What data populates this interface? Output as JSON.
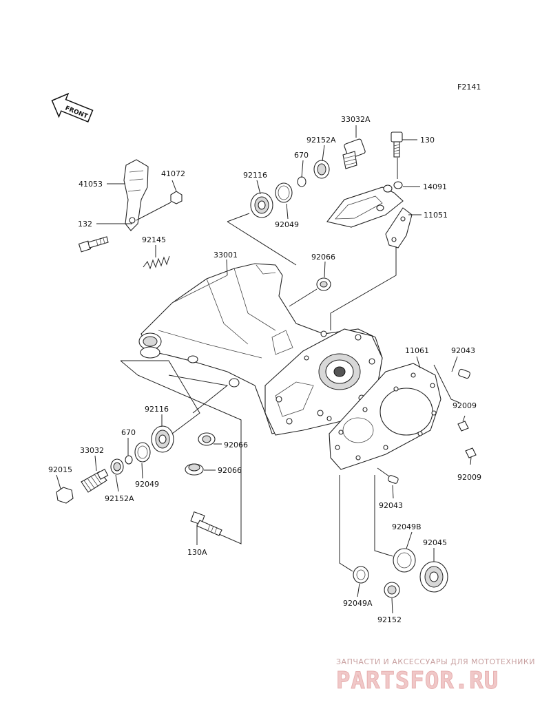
{
  "figure_code": "F2141",
  "front_label": "FRONT",
  "labels": {
    "33032A": "33032A",
    "130": "130",
    "92152A_top": "92152A",
    "670_top": "670",
    "92116_top": "92116",
    "92049_top": "92049",
    "14091": "14091",
    "11051": "11051",
    "41053": "41053",
    "41072": "41072",
    "132": "132",
    "92145": "92145",
    "33001": "33001",
    "92066_top": "92066",
    "11061": "11061",
    "92043_top": "92043",
    "92009_top": "92009",
    "92009_bottom": "92009",
    "92116_bottom": "92116",
    "670_bottom": "670",
    "33032": "33032",
    "92015": "92015",
    "92049_bottom": "92049",
    "92152A_bottom": "92152A",
    "92066_mid": "92066",
    "92066_bottom": "92066",
    "92043_bottom": "92043",
    "130A": "130A",
    "92049B": "92049B",
    "92045": "92045",
    "92049A": "92049A",
    "92152": "92152"
  },
  "watermark": {
    "tagline": "ЗАПЧАСТИ И АКСЕССУАРЫ ДЛЯ МОТОТЕХНИКИ",
    "brand": "PARTSFOR.RU"
  }
}
